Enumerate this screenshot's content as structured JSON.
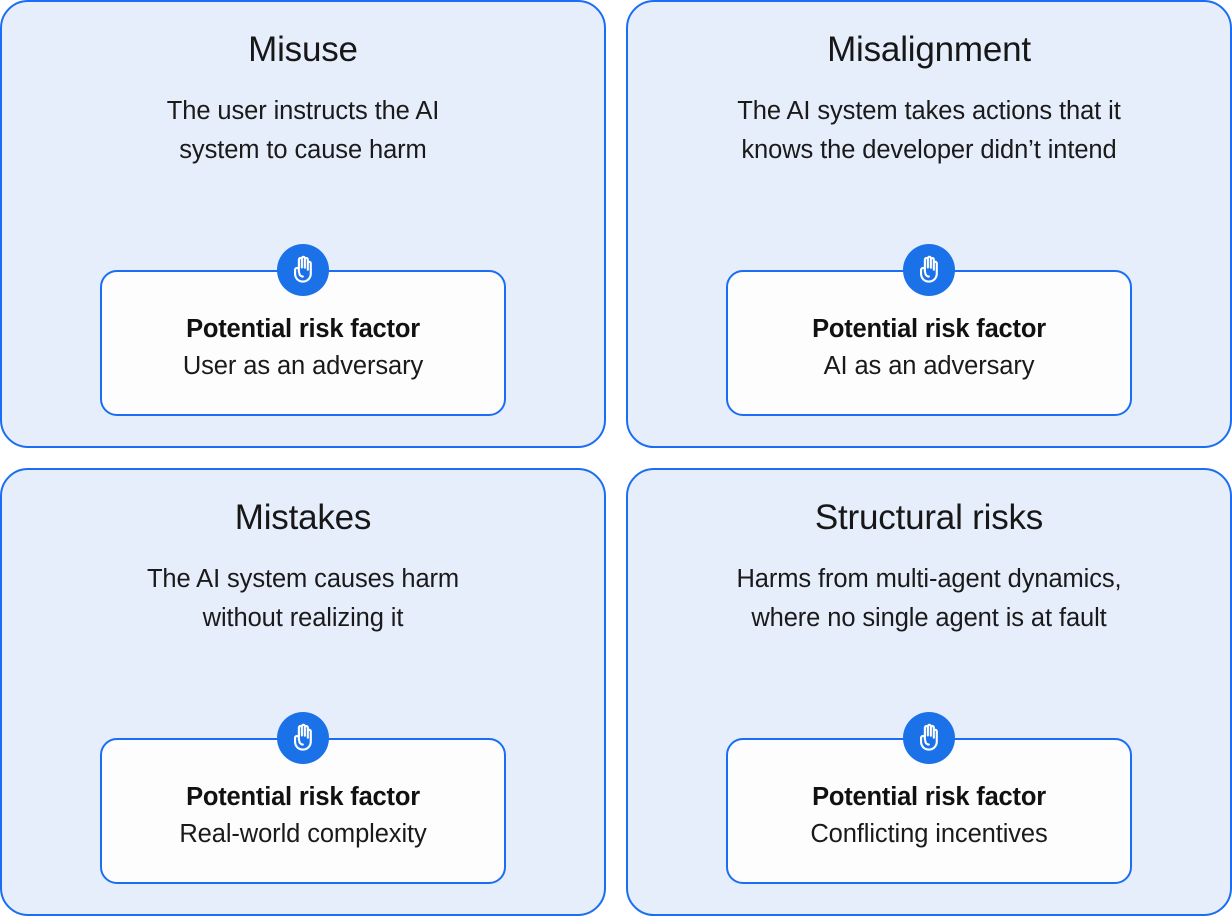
{
  "diagram": {
    "colors": {
      "panel_fill": "#e6edfb",
      "panel_border": "#1b6ef3",
      "card_fill": "#fdfdfd",
      "card_border": "#1b6ef3",
      "icon_circle": "#1b72e8",
      "icon_glyph": "#ffffff",
      "text": "#1a1a1a"
    },
    "risk_label": "Potential risk factor",
    "icon_name": "front-hand-icon",
    "panels": [
      {
        "title": "Misuse",
        "description": "The user instructs the AI system to cause harm",
        "description_lines": [
          "The user instructs the AI",
          "system to cause harm"
        ],
        "risk_label": "Potential risk factor",
        "risk_value": "User as an adversary"
      },
      {
        "title": "Misalignment",
        "description": "The AI system takes actions that it knows the developer didn’t intend",
        "description_lines": [
          "The AI system takes actions that it",
          "knows the developer didn’t intend"
        ],
        "risk_label": "Potential risk factor",
        "risk_value": "AI as an adversary"
      },
      {
        "title": "Mistakes",
        "description": "The AI system causes harm without realizing it",
        "description_lines": [
          "The AI system causes harm",
          "without realizing it"
        ],
        "risk_label": "Potential risk factor",
        "risk_value": "Real-world complexity"
      },
      {
        "title": "Structural risks",
        "description": "Harms from multi-agent dynamics, where no single agent is at fault",
        "description_lines": [
          "Harms from multi-agent dynamics,",
          "where no single agent is at fault"
        ],
        "risk_label": "Potential risk factor",
        "risk_value": "Conflicting incentives"
      }
    ]
  }
}
